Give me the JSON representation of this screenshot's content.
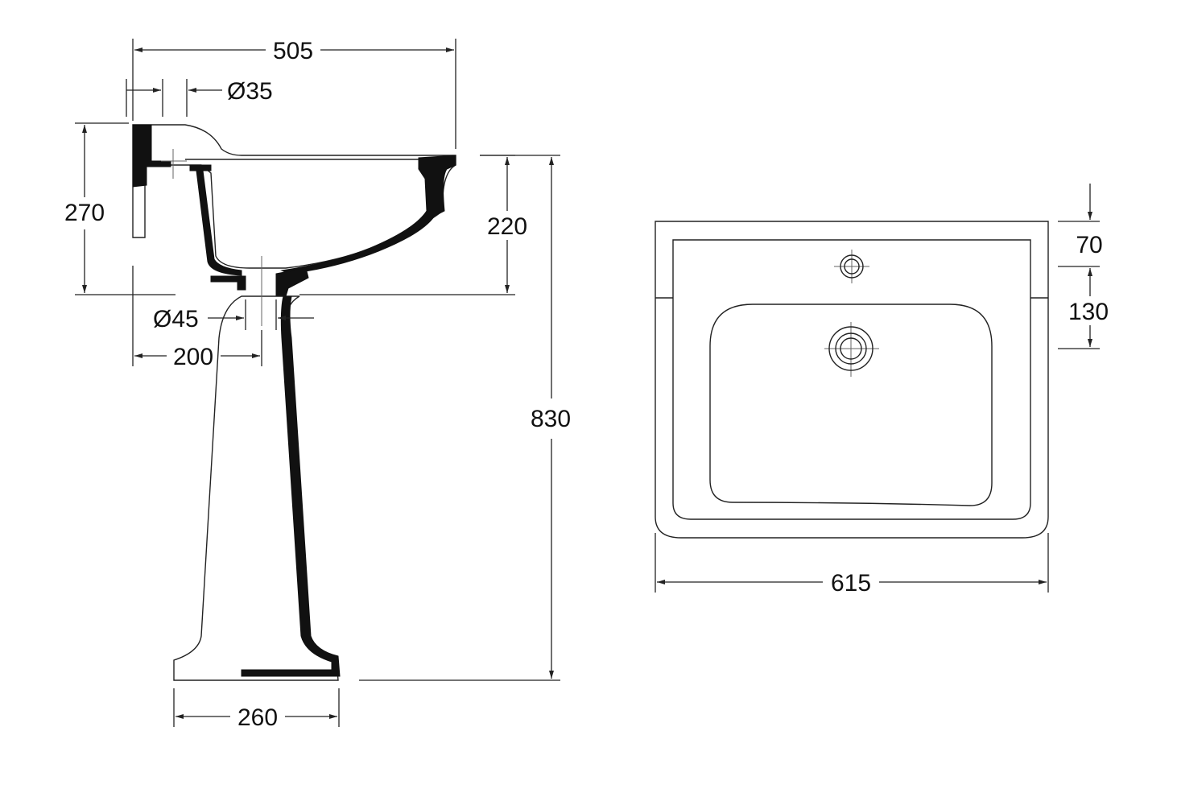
{
  "colors": {
    "line": "#222222",
    "section_fill": "#111111",
    "background": "#ffffff"
  },
  "side_view": {
    "dims": {
      "overall_depth": "505",
      "tap_hole_dia": "Ø35",
      "basin_height": "270",
      "bowl_depth": "220",
      "waste_dia": "Ø45",
      "waste_offset": "200",
      "total_height": "830",
      "pedestal_base": "260"
    }
  },
  "top_view": {
    "dims": {
      "overall_width": "615",
      "tap_offset": "70",
      "waste_offset": "130"
    }
  }
}
